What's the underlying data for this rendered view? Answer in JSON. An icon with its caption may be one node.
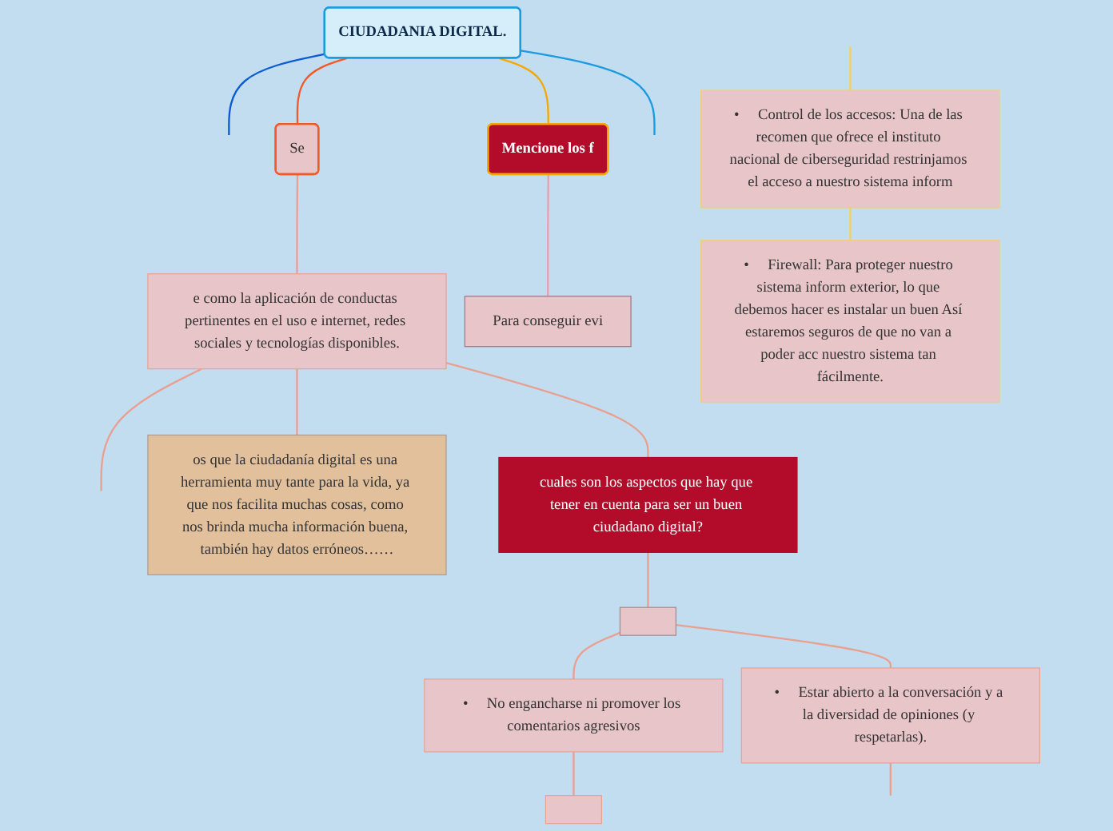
{
  "diagram": {
    "nodes": [
      {
        "text": [
          "CIUDADANIA DIGITAL."
        ]
      },
      {
        "text": [
          "Se"
        ]
      },
      {
        "text": [
          "e como la aplicación de conductas pertinentes en el uso e internet, redes sociales y tecnologías disponibles."
        ]
      },
      {
        "text": [
          "os que la ciudadanía digital es una herramienta muy tante para la vida, ya que nos facilita muchas cosas, como nos brinda mucha información buena, también hay datos erróneos……"
        ]
      },
      {
        "text": [
          "cuales son los aspectos que hay que tener en cuenta para ser un buen ciudadano digital?"
        ]
      },
      {
        "text": [],
        "shape": "box"
      },
      {
        "text": [
          "•     No engancharse ni promover los comentarios agresivos"
        ]
      },
      {
        "text": [
          "•     Estar abierto a la conversación y a la diversidad de opiniones (y respetarlas)."
        ]
      },
      {
        "text": [],
        "shape": "box"
      },
      {
        "text": [
          "Mencione los f"
        ]
      },
      {
        "text": [
          "Para conseguir evi"
        ]
      },
      {
        "text": [
          "•     Control de los accesos: Una de las recomen que ofrece el instituto nacional de ciberseguridad restrinjamos el acceso a nuestro sistema inform"
        ]
      },
      {
        "text": [
          "•     Firewall: Para proteger nuestro sistema inform exterior, lo que debemos hacer es instalar un buen Así estaremos seguros de que no van a poder acc nuestro sistema tan fácilmente."
        ]
      }
    ],
    "edges": [
      {
        "from": 0,
        "to": null,
        "arrow": "none",
        "color": "#0b5bd3"
      },
      {
        "from": 0,
        "to": 1,
        "arrow": "none",
        "color": "#f05a28"
      },
      {
        "from": 0,
        "to": 9,
        "arrow": "none",
        "color": "#f5a800"
      },
      {
        "from": 0,
        "to": null,
        "arrow": "none",
        "color": "#1a9be0"
      },
      {
        "from": 1,
        "to": 2,
        "arrow": "none"
      },
      {
        "from": 2,
        "to": null,
        "arrow": "none"
      },
      {
        "from": 2,
        "to": 3,
        "arrow": "none"
      },
      {
        "from": 2,
        "to": 4,
        "arrow": "none"
      },
      {
        "from": 4,
        "to": 5,
        "arrow": "none"
      },
      {
        "from": 5,
        "to": 6,
        "arrow": "none"
      },
      {
        "from": 5,
        "to": 7,
        "arrow": "none"
      },
      {
        "from": 6,
        "to": 8,
        "arrow": "none"
      },
      {
        "from": 7,
        "to": null,
        "arrow": "none"
      },
      {
        "from": 9,
        "to": 10,
        "arrow": "none",
        "color": "#e8a0b0"
      },
      {
        "from": null,
        "to": 11,
        "arrow": "none",
        "color": "#f5d060"
      },
      {
        "from": 11,
        "to": 12,
        "arrow": "none",
        "color": "#f5d060"
      }
    ]
  }
}
